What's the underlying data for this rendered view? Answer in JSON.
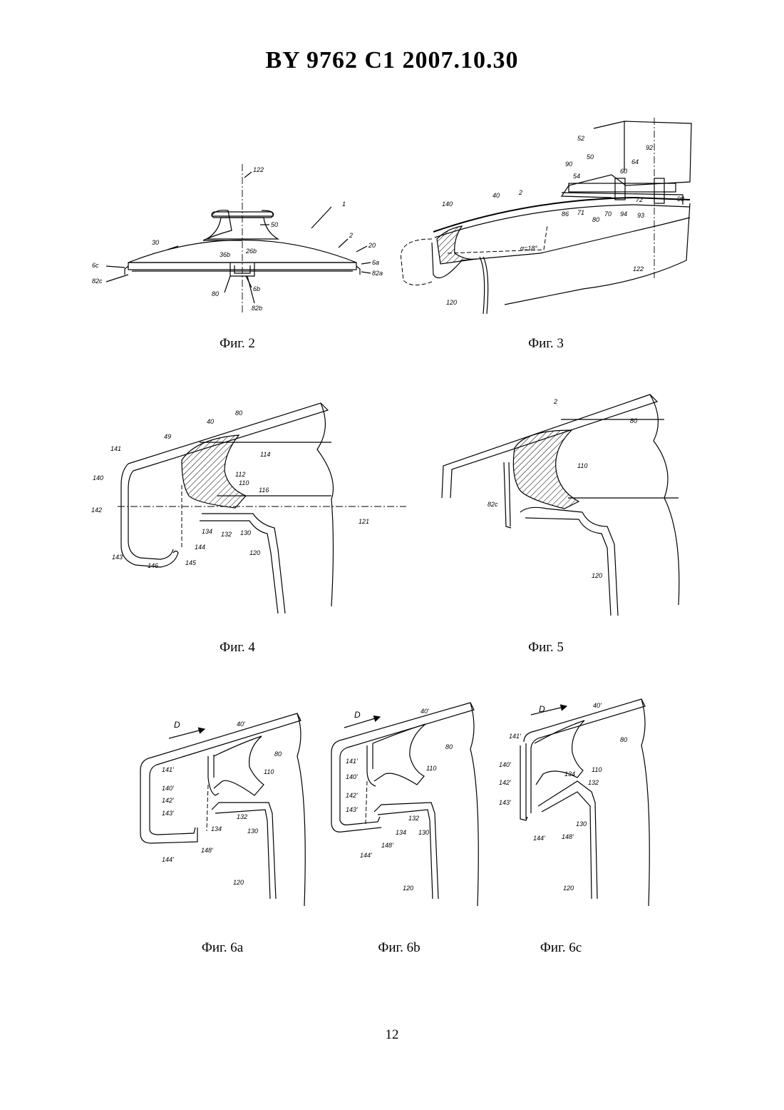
{
  "header": {
    "title": "BY  9762  C1  2007.10.30"
  },
  "page": {
    "number": "12"
  },
  "figures": {
    "fig2": {
      "caption": "Фиг. 2",
      "labels": {
        "l122": "122",
        "l1": "1",
        "l50": "50",
        "l2": "2",
        "l20": "20",
        "l30": "30",
        "l36b": "36b",
        "l26b": "26b",
        "l6c": "6c",
        "l82c": "82c",
        "l6a": "6a",
        "l82a": "82a",
        "l80": "80",
        "l6b": "6b",
        "l82b": "82b"
      }
    },
    "fig3": {
      "caption": "Фиг. 3",
      "labels": {
        "l52": "52",
        "l50": "50",
        "l90": "90",
        "l92": "92",
        "l64": "64",
        "l54": "54",
        "l60": "60",
        "l40": "40",
        "l2": "2",
        "l140": "140",
        "l86": "86",
        "l71": "71",
        "l70": "70",
        "l94": "94",
        "l72": "72",
        "l98": "98",
        "l80": "80",
        "l93": "93",
        "langle": "α=18°",
        "l122": "122",
        "l120": "120"
      }
    },
    "fig4": {
      "caption": "Фиг. 4",
      "labels": {
        "l80": "80",
        "l40": "40",
        "l49": "49",
        "l141": "141",
        "l114": "114",
        "l140": "140",
        "l112": "112",
        "l110": "110",
        "l116": "116",
        "l142": "142",
        "l121": "121",
        "l134": "134",
        "l132": "132",
        "l130": "130",
        "l143": "143",
        "l144": "144",
        "l146": "146",
        "l145": "145",
        "l120": "120"
      }
    },
    "fig5": {
      "caption": "Фиг. 5",
      "labels": {
        "l2": "2",
        "l80": "80",
        "l110": "110",
        "l82c": "82c",
        "l120": "120"
      }
    },
    "fig6a": {
      "caption": "Фиг. 6a",
      "labels": {
        "lD": "D",
        "l40p": "40'",
        "l80": "80",
        "l141p": "141'",
        "l110": "110",
        "l140p": "140'",
        "l142p": "142'",
        "l143p": "143'",
        "l132": "132",
        "l134": "134",
        "l130": "130",
        "l148p": "148'",
        "l144p": "144'",
        "l120": "120"
      }
    },
    "fig6b": {
      "caption": "Фиг. 6b",
      "labels": {
        "lD": "D",
        "l40p": "40'",
        "l80": "80",
        "l141p": "141'",
        "l110": "110",
        "l140p": "140'",
        "l142p": "142'",
        "l143p": "143'",
        "l132": "132",
        "l134": "134",
        "l130": "130",
        "l148p": "148'",
        "l144p": "144'",
        "l120": "120"
      }
    },
    "fig6c": {
      "caption": "Фиг. 6c",
      "labels": {
        "lD": "D",
        "l40p": "40'",
        "l80": "80",
        "l141p": "141'",
        "l110": "110",
        "l140p": "140'",
        "l134": "134",
        "l132": "132",
        "l142p": "142'",
        "l143p": "143'",
        "l130": "130",
        "l144p": "144'",
        "l148p": "148'",
        "l120": "120"
      }
    }
  }
}
